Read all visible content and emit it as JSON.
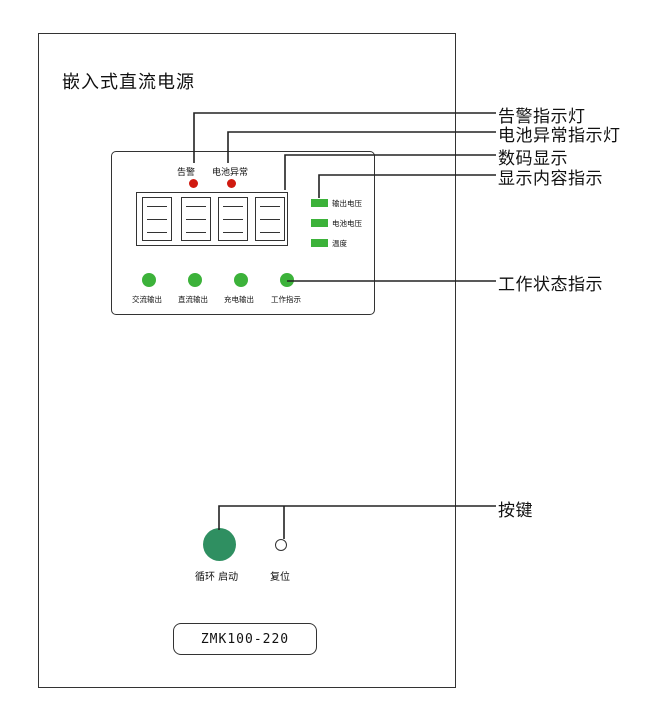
{
  "cabinet": {
    "title": "嵌入式直流电源"
  },
  "panel": {
    "indicators": {
      "alarm_label": "告警",
      "battery_fault_label": "电池异常"
    },
    "display_content_items": [
      {
        "label": "输出电压"
      },
      {
        "label": "电池电压"
      },
      {
        "label": "温度"
      }
    ],
    "status_leds": [
      {
        "label": "交流输出"
      },
      {
        "label": "直流输出"
      },
      {
        "label": "充电输出"
      },
      {
        "label": "工作指示"
      }
    ]
  },
  "buttons": {
    "cycle_start_label": "循环 启动",
    "reset_label": "复位"
  },
  "model_label": "ZMK100-220",
  "callouts": {
    "alarm_indicator": "告警指示灯",
    "battery_fault_indicator": "电池异常指示灯",
    "digital_display": "数码显示",
    "display_content": "显示内容指示",
    "work_status": "工作状态指示",
    "keys": "按键"
  },
  "colors": {
    "red_led": "#d01a10",
    "green_led": "#3cb23a",
    "button_green": "#2f8f61"
  }
}
